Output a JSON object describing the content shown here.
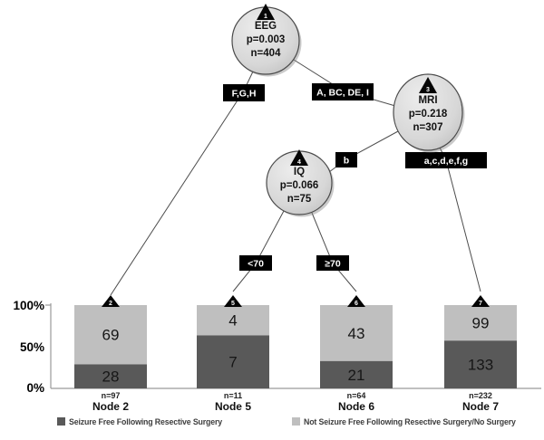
{
  "tree": {
    "nodes": [
      {
        "id": "1",
        "label": "EEG",
        "p": "p=0.003",
        "n": "n=404"
      },
      {
        "id": "3",
        "label": "MRI",
        "p": "p=0.218",
        "n": "n=307"
      },
      {
        "id": "4",
        "label": "IQ",
        "p": "p=0.066",
        "n": "n=75"
      }
    ],
    "branch_labels": [
      "F,G,H",
      "A, BC, DE, I",
      "b",
      "a,c,d,e,f,g",
      "<70",
      "≥70"
    ]
  },
  "chart_data": {
    "type": "bar",
    "stacked": true,
    "normalized": "percent-of-node",
    "categories": [
      "Node 2",
      "Node 5",
      "Node 6",
      "Node 7"
    ],
    "n_labels": [
      "n=97",
      "n=11",
      "n=64",
      "n=232"
    ],
    "leaf_marker_numbers": [
      "2",
      "5",
      "6",
      "7"
    ],
    "series": [
      {
        "name": "Seizure Free Following Resective Surgery",
        "color": "#595959",
        "values": [
          28,
          7,
          21,
          133
        ]
      },
      {
        "name": "Not Seizure Free Following Resective Surgery/No Surgery",
        "color": "#bfbfbf",
        "values": [
          69,
          4,
          43,
          99
        ]
      }
    ],
    "y_axis": {
      "ticks": [
        "100%",
        "50%",
        "0%"
      ],
      "range": [
        0,
        100
      ],
      "unit": "%"
    },
    "legend_position": "bottom"
  },
  "legend": {
    "items": [
      {
        "label": "Seizure Free Following Resective Surgery",
        "color": "#595959"
      },
      {
        "label": "Not Seizure Free Following Resective Surgery/No Surgery",
        "color": "#bfbfbf"
      }
    ]
  }
}
